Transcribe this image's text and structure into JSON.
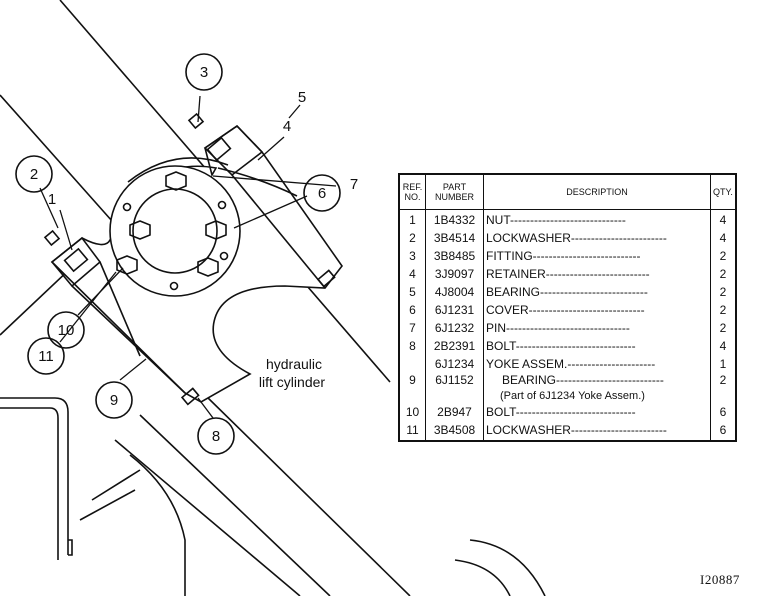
{
  "diagram": {
    "callouts": [
      "1",
      "2",
      "3",
      "4",
      "5",
      "6",
      "7",
      "8",
      "9",
      "10",
      "11"
    ],
    "note": [
      "hydraulic",
      "lift cylinder"
    ]
  },
  "table": {
    "headers": {
      "ref": [
        "REF.",
        "NO."
      ],
      "part": [
        "PART",
        "NUMBER"
      ],
      "description": "DESCRIPTION",
      "qty": "QTY."
    },
    "rows": [
      {
        "ref": "1",
        "part": "1B4332",
        "desc": "NUT-----------------------------",
        "qty": "4"
      },
      {
        "ref": "2",
        "part": "3B4514",
        "desc": "LOCKWASHER------------------------",
        "qty": "4"
      },
      {
        "ref": "3",
        "part": "3B8485",
        "desc": "FITTING---------------------------",
        "qty": "2"
      },
      {
        "ref": "4",
        "part": "3J9097",
        "desc": "RETAINER--------------------------",
        "qty": "2"
      },
      {
        "ref": "5",
        "part": "4J8004",
        "desc": "BEARING---------------------------",
        "qty": "2"
      },
      {
        "ref": "6",
        "part": "6J1231",
        "desc": "COVER-----------------------------",
        "qty": "2"
      },
      {
        "ref": "7",
        "part": "6J1232",
        "desc": "PIN-------------------------------",
        "qty": "2"
      },
      {
        "ref": "8",
        "part": "2B2391",
        "desc": "BOLT------------------------------",
        "qty": "4"
      }
    ],
    "row9": {
      "ref": "9",
      "part_a": "6J1234",
      "desc_a": "YOKE ASSEM.----------------------",
      "qty_a": "1",
      "part_b": "6J1152",
      "desc_b": "BEARING---------------------------",
      "qty_b": "2",
      "note": "(Part of 6J1234 Yoke Assem.)"
    },
    "rows_after": [
      {
        "ref": "10",
        "part": "2B947",
        "desc": "BOLT------------------------------",
        "qty": "6"
      },
      {
        "ref": "11",
        "part": "3B4508",
        "desc": "LOCKWASHER------------------------",
        "qty": "6"
      }
    ]
  },
  "drawing_number": "I20887"
}
